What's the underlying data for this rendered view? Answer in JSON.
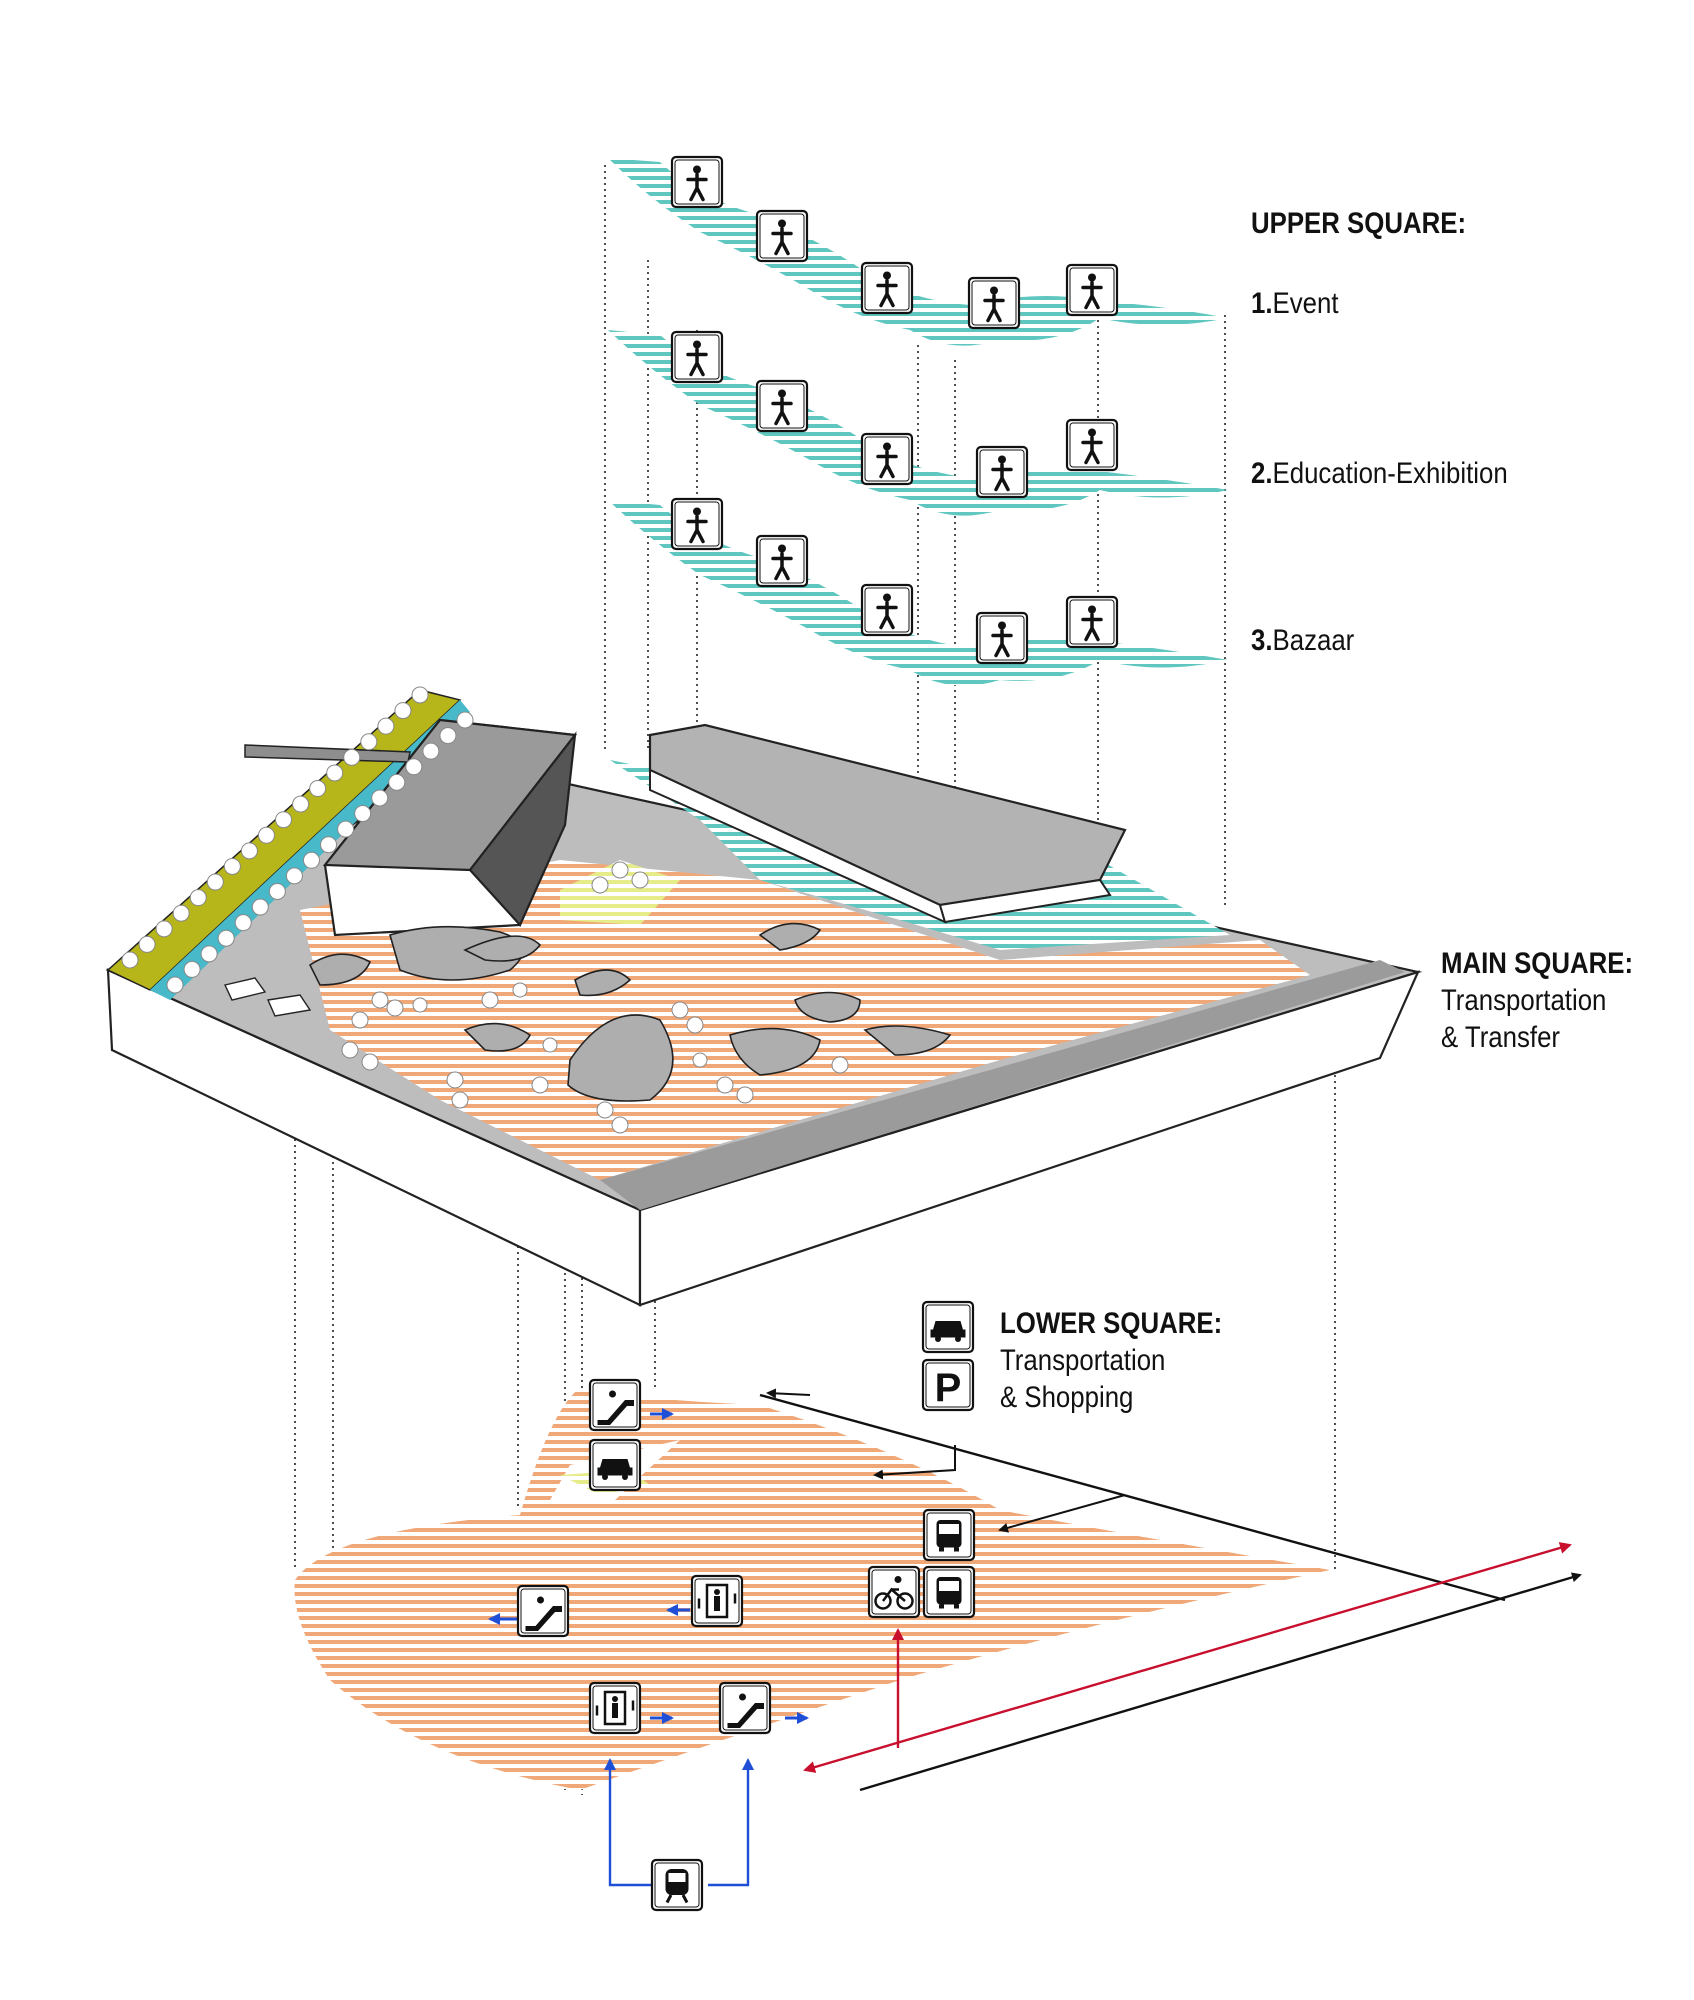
{
  "upper_square": {
    "title": "UPPER SQUARE:",
    "levels": [
      {
        "num": "1.",
        "name": "Event",
        "color": "#5fc7bf",
        "icons": [
          "dancer-icon",
          "theater-masks-icon",
          "concert-crowd-icon",
          "cinema-seating-icon",
          "street-performer-icon"
        ]
      },
      {
        "num": "2.",
        "name": "Education-Exhibition",
        "color": "#5fc7bf",
        "icons": [
          "family-balloon-icon",
          "laptop-icon",
          "group-people-icon",
          "telescope-icon",
          "walking-person-icon"
        ]
      },
      {
        "num": "3.",
        "name": "Bazaar",
        "color": "#5fc7bf",
        "icons": [
          "beetroot-icon",
          "grill-chef-icon",
          "cheese-icon",
          "market-stall-icon",
          "flower-pot-icon"
        ]
      }
    ]
  },
  "main_square": {
    "title": "MAIN SQUARE:",
    "line1": "Transportation",
    "line2": "& Transfer",
    "floor_color": "#f0a878",
    "green_color": "#b6b51a",
    "canal_color": "#47b9c9"
  },
  "lower_square": {
    "title": "LOWER SQUARE:",
    "line1": "Transportation",
    "line2": "& Shopping",
    "floor_color": "#f0a878",
    "icons": [
      "car-icon",
      "parking-icon",
      "escalator-icon",
      "shopping-cart-icon",
      "bus-icon",
      "bicycle-icon",
      "bus-icon-2",
      "escalator-down-icon",
      "elevator-icon",
      "elevator-icon-2",
      "escalator-icon-2",
      "train-icon"
    ],
    "parking_letter": "P"
  },
  "arrow_colors": {
    "black": "#111111",
    "red": "#c8102e",
    "blue": "#1f4fd6"
  }
}
